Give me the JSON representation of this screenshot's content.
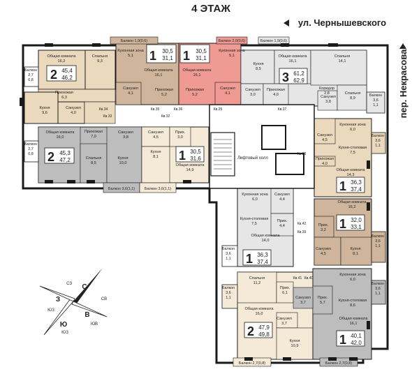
{
  "header": {
    "floor_title": "4 ЭТАЖ",
    "street_top": "ул. Чернышевского",
    "street_right": "пер. Некрасова"
  },
  "colors": {
    "wall": "#1a1a1a",
    "beige": "#ebd9be",
    "tan": "#cdb49a",
    "brown": "#cfb59c",
    "gray": "#bdbdbd",
    "lightgray": "#e6e6e6",
    "pink": "#ef9a93",
    "cream": "#f5ead8"
  },
  "apartments": [
    {
      "id": "A1",
      "rooms": "2",
      "area_live": "45,4",
      "area_total": "46,2"
    },
    {
      "id": "A2",
      "rooms": "1",
      "area_live": "30,5",
      "area_total": "31,1"
    },
    {
      "id": "A3",
      "rooms": "1",
      "area_live": "30,5",
      "area_total": "31,1"
    },
    {
      "id": "A4",
      "rooms": "3",
      "area_live": "61,2",
      "area_total": "62,9"
    },
    {
      "id": "A5",
      "rooms": "2",
      "area_live": "45,3",
      "area_total": "47,2"
    },
    {
      "id": "A6",
      "rooms": "1",
      "area_live": "30,5",
      "area_total": "31,6"
    },
    {
      "id": "A7",
      "rooms": "1",
      "area_live": "36,3",
      "area_total": "37,4"
    },
    {
      "id": "A8",
      "rooms": "1",
      "area_live": "32,0",
      "area_total": "33,1"
    },
    {
      "id": "A9",
      "rooms": "1",
      "area_live": "36,3",
      "area_total": "37,4"
    },
    {
      "id": "A10",
      "rooms": "2",
      "area_live": "47,9",
      "area_total": "49,8"
    },
    {
      "id": "A11",
      "rooms": "1",
      "area_live": "40,1",
      "area_total": "42,0"
    }
  ],
  "rooms": [
    {
      "name": "Общая комната",
      "area": "16,2"
    },
    {
      "name": "Спальня",
      "area": "9,3"
    },
    {
      "name": "Прихожая",
      "area": "6,3"
    },
    {
      "name": "Кухня",
      "area": "9,6"
    },
    {
      "name": "Санузел",
      "area": "4,0"
    },
    {
      "name": "Кухонная зона",
      "area": "5,1"
    },
    {
      "name": "Общая комната",
      "area": "16,1"
    },
    {
      "name": "Санузел",
      "area": "4,1"
    },
    {
      "name": "Прихожая",
      "area": "5,2"
    },
    {
      "name": "Общая комната",
      "area": "16,1"
    },
    {
      "name": "Кухонная зона",
      "area": "5,1"
    },
    {
      "name": "Прихожая",
      "area": "5,2"
    },
    {
      "name": "Санузел",
      "area": "4,1"
    },
    {
      "name": "Кухня",
      "area": "8,5"
    },
    {
      "name": "Общая комната",
      "area": "16,1"
    },
    {
      "name": "Спальня",
      "area": "14,1"
    },
    {
      "name": "Санузел",
      "area": "3,0"
    },
    {
      "name": "Прихожая",
      "area": "4,0"
    },
    {
      "name": "Коридор",
      "area": "2,8"
    },
    {
      "name": "Санузел",
      "area": "3,8"
    },
    {
      "name": "Спальня",
      "area": "8,9"
    },
    {
      "name": "Общая комната",
      "area": "16,0"
    },
    {
      "name": "Прихожая",
      "area": "7,0"
    },
    {
      "name": "Санузел",
      "area": "3,8"
    },
    {
      "name": "Спальня",
      "area": "8,5"
    },
    {
      "name": "Кухня",
      "area": "10,0"
    },
    {
      "name": "Санузел",
      "area": "4,5"
    },
    {
      "name": "Прих.",
      "area": "3,0"
    },
    {
      "name": "Кухня",
      "area": "8,1"
    },
    {
      "name": "Общая комната",
      "area": "14,9"
    },
    {
      "name": "Санузел",
      "area": "4,5"
    },
    {
      "name": "Кухонная зона",
      "area": "6,0"
    },
    {
      "name": "Кухня-столовая",
      "area": "7,5"
    },
    {
      "name": "Прихожая",
      "area": "4,0"
    },
    {
      "name": "Общая комната",
      "area": "14,3"
    },
    {
      "name": "Общая комната",
      "area": "16,2"
    },
    {
      "name": "Прих.",
      "area": "3,2"
    },
    {
      "name": "Санузел",
      "area": "4,5"
    },
    {
      "name": "Кухня",
      "area": "8,1"
    },
    {
      "name": "Кухонная зона",
      "area": "6,0"
    },
    {
      "name": "Санузел",
      "area": "4,4"
    },
    {
      "name": "Кухня-столовая",
      "area": "7,5"
    },
    {
      "name": "Прих.",
      "area": "4,4"
    },
    {
      "name": "Общая комната",
      "area": "14,0"
    },
    {
      "name": "Спальня",
      "area": "11,2"
    },
    {
      "name": "Прих.",
      "area": "6,1"
    },
    {
      "name": "Общая комната",
      "area": "16,0"
    },
    {
      "name": "Санузел",
      "area": "3,7"
    },
    {
      "name": "Кухня",
      "area": "10,9"
    },
    {
      "name": "Санузел",
      "area": "3,7"
    },
    {
      "name": "Прих.",
      "area": "5,7"
    },
    {
      "name": "Кухонная зона",
      "area": "6,0"
    },
    {
      "name": "Кухня-столовая",
      "area": "8,6"
    },
    {
      "name": "Общая комната",
      "area": "16,1"
    }
  ],
  "balconies": [
    {
      "label": "Балкон",
      "area": "2,7",
      "area2": "0,8"
    },
    {
      "label": "Балкон 1,9(0,6)"
    },
    {
      "label": "Балкон 2,0(0,6)"
    },
    {
      "label": "Балкон 1,9(0,6)"
    },
    {
      "label": "Балкон",
      "area": "3,6",
      "area2": "1,1"
    },
    {
      "label": "Балкон",
      "area": "3,6",
      "area2": "1,1"
    },
    {
      "label": "Балкон",
      "area": "2,7",
      "area2": "0,8"
    },
    {
      "label": "Балкон 3,6(1,1)"
    },
    {
      "label": "Балкон 3,6(1,1)"
    },
    {
      "label": "Балкон",
      "area": "3,6",
      "area2": "1,1"
    },
    {
      "label": "Балкон",
      "area": "3,6",
      "area2": "1,1"
    },
    {
      "label": "Балкон",
      "area": "3,6",
      "area2": "1,1"
    },
    {
      "label": "Балкон",
      "area": "3,6",
      "area2": "1,1"
    },
    {
      "label": "Балкон 2,7(0,8)"
    },
    {
      "label": "Балкон 2,7(0,8)"
    }
  ],
  "apt_numbers": [
    "Кв.34",
    "Кв.35",
    "Кв.36",
    "Кв.25",
    "Кв.37",
    "Кв.33",
    "Кв.32",
    "Кв.38",
    "Кв.42",
    "Кв.39",
    "Кв.41",
    "Кв.40"
  ],
  "lift_hall": "Лифтовый холл",
  "compass": {
    "n": "С",
    "ne": "СВ",
    "e": "В",
    "se": "ЮВ",
    "s": "Ю",
    "sw": "ЮЗ",
    "w": "З",
    "nw": "СЗ"
  }
}
